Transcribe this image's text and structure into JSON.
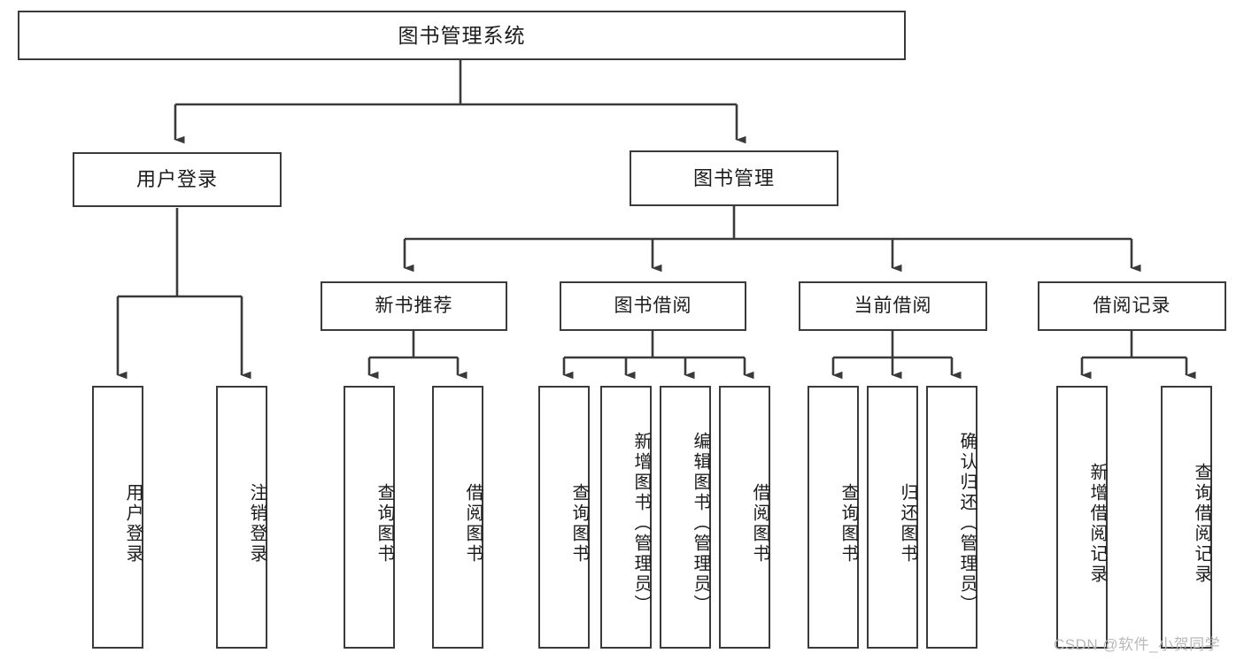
{
  "diagram": {
    "title": "图书管理系统",
    "type": "tree",
    "watermark": "CSDN @软件_小贺同学",
    "colors": {
      "box_border": "#3a3a3a",
      "box_fill": "#ffffff",
      "connector": "#3a3a3a",
      "text": "#1c1c1c",
      "watermark": "#b9b9b9",
      "background": "#ffffff"
    },
    "nodes": {
      "root": {
        "label": "图书管理系统"
      },
      "level2": [
        {
          "label": "用户登录"
        },
        {
          "label": "图书管理"
        }
      ],
      "level3": [
        {
          "label": "新书推荐"
        },
        {
          "label": "图书借阅"
        },
        {
          "label": "当前借阅"
        },
        {
          "label": "借阅记录"
        }
      ],
      "leaves": {
        "user_login": [
          {
            "label": "用户登录"
          },
          {
            "label": "注销登录"
          }
        ],
        "new_book_rec": [
          {
            "label": "查询图书"
          },
          {
            "label": "借阅图书"
          }
        ],
        "book_borrow": [
          {
            "label": "查询图书"
          },
          {
            "label": "新增图书（管理员）"
          },
          {
            "label": "编辑图书（管理员）"
          },
          {
            "label": "借阅图书"
          }
        ],
        "current_borrow": [
          {
            "label": "查询图书"
          },
          {
            "label": "归还图书"
          },
          {
            "label": "确认归还（管理员）"
          }
        ],
        "borrow_record": [
          {
            "label": "新增借阅记录"
          },
          {
            "label": "查询借阅记录"
          }
        ]
      }
    }
  }
}
